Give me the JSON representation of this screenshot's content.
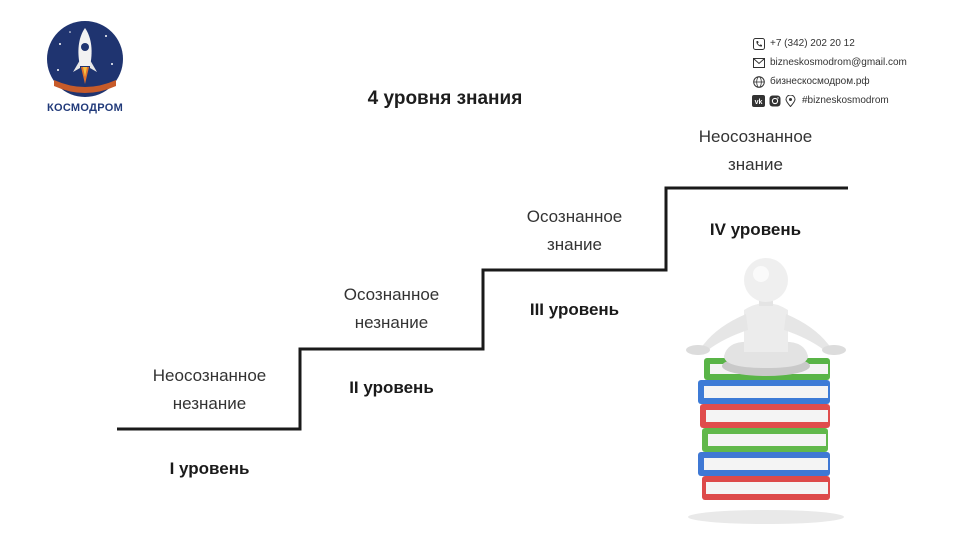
{
  "logo": {
    "text": "КОСМОДРОМ"
  },
  "title": "4 уровня знания",
  "contacts": {
    "phone": "+7 (342) 202 20 12",
    "email": "bizneskosmodrom@gmail.com",
    "website": "бизнескосмодром.рф",
    "social": "#bizneskosmodrom"
  },
  "stages": [
    {
      "label_line1": "Неосознанное",
      "label_line2": "незнание",
      "level": "I уровень"
    },
    {
      "label_line1": "Осознанное",
      "label_line2": "незнание",
      "level": "II уровень"
    },
    {
      "label_line1": "Осознанное",
      "label_line2": "знание",
      "level": "III уровень"
    },
    {
      "label_line1": "Неосознанное",
      "label_line2": "знание",
      "level": "IV уровень"
    }
  ],
  "icons": {
    "logo": "rocket-logo-icon",
    "phone": "phone-icon",
    "email": "mail-icon",
    "website": "globe-icon",
    "social": [
      "vk-icon",
      "instagram-icon",
      "location-pin-icon"
    ],
    "illustration": "meditating-figure-on-books-icon"
  },
  "colors": {
    "logo_navy": "#1f3470",
    "stair_line": "#1a1a1a",
    "book_colors": [
      "#3d7bd6",
      "#59b447",
      "#e04d4d",
      "#61b84b",
      "#3f78d4",
      "#dd4a4a"
    ]
  }
}
